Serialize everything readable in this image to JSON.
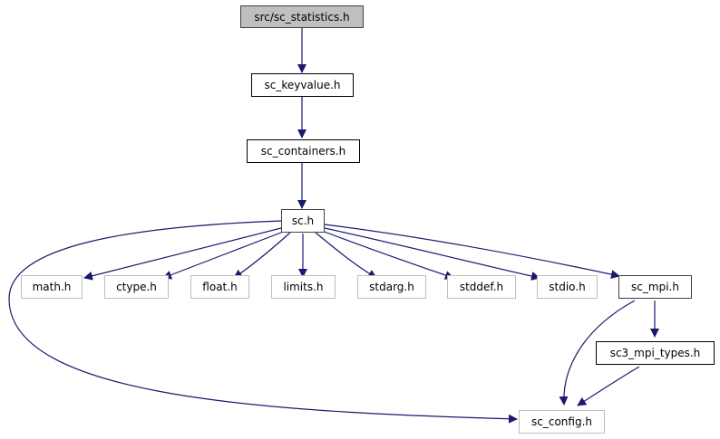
{
  "graph": {
    "title": "src/sc_statistics.h include dependency graph",
    "edge_color": "#191970",
    "nodes": {
      "root": "src/sc_statistics.h",
      "keyvalue": "sc_keyvalue.h",
      "containers": "sc_containers.h",
      "sc": "sc.h",
      "math": "math.h",
      "ctype": "ctype.h",
      "float": "float.h",
      "limits": "limits.h",
      "stdarg": "stdarg.h",
      "stddef": "stddef.h",
      "stdio": "stdio.h",
      "mpi": "sc_mpi.h",
      "mpi_types": "sc3_mpi_types.h",
      "config": "sc_config.h"
    },
    "edges": [
      [
        "root",
        "keyvalue"
      ],
      [
        "keyvalue",
        "containers"
      ],
      [
        "containers",
        "sc"
      ],
      [
        "sc",
        "math"
      ],
      [
        "sc",
        "ctype"
      ],
      [
        "sc",
        "float"
      ],
      [
        "sc",
        "limits"
      ],
      [
        "sc",
        "stdarg"
      ],
      [
        "sc",
        "stddef"
      ],
      [
        "sc",
        "stdio"
      ],
      [
        "sc",
        "mpi"
      ],
      [
        "sc",
        "config"
      ],
      [
        "mpi",
        "mpi_types"
      ],
      [
        "mpi",
        "config"
      ],
      [
        "mpi_types",
        "config"
      ]
    ]
  }
}
